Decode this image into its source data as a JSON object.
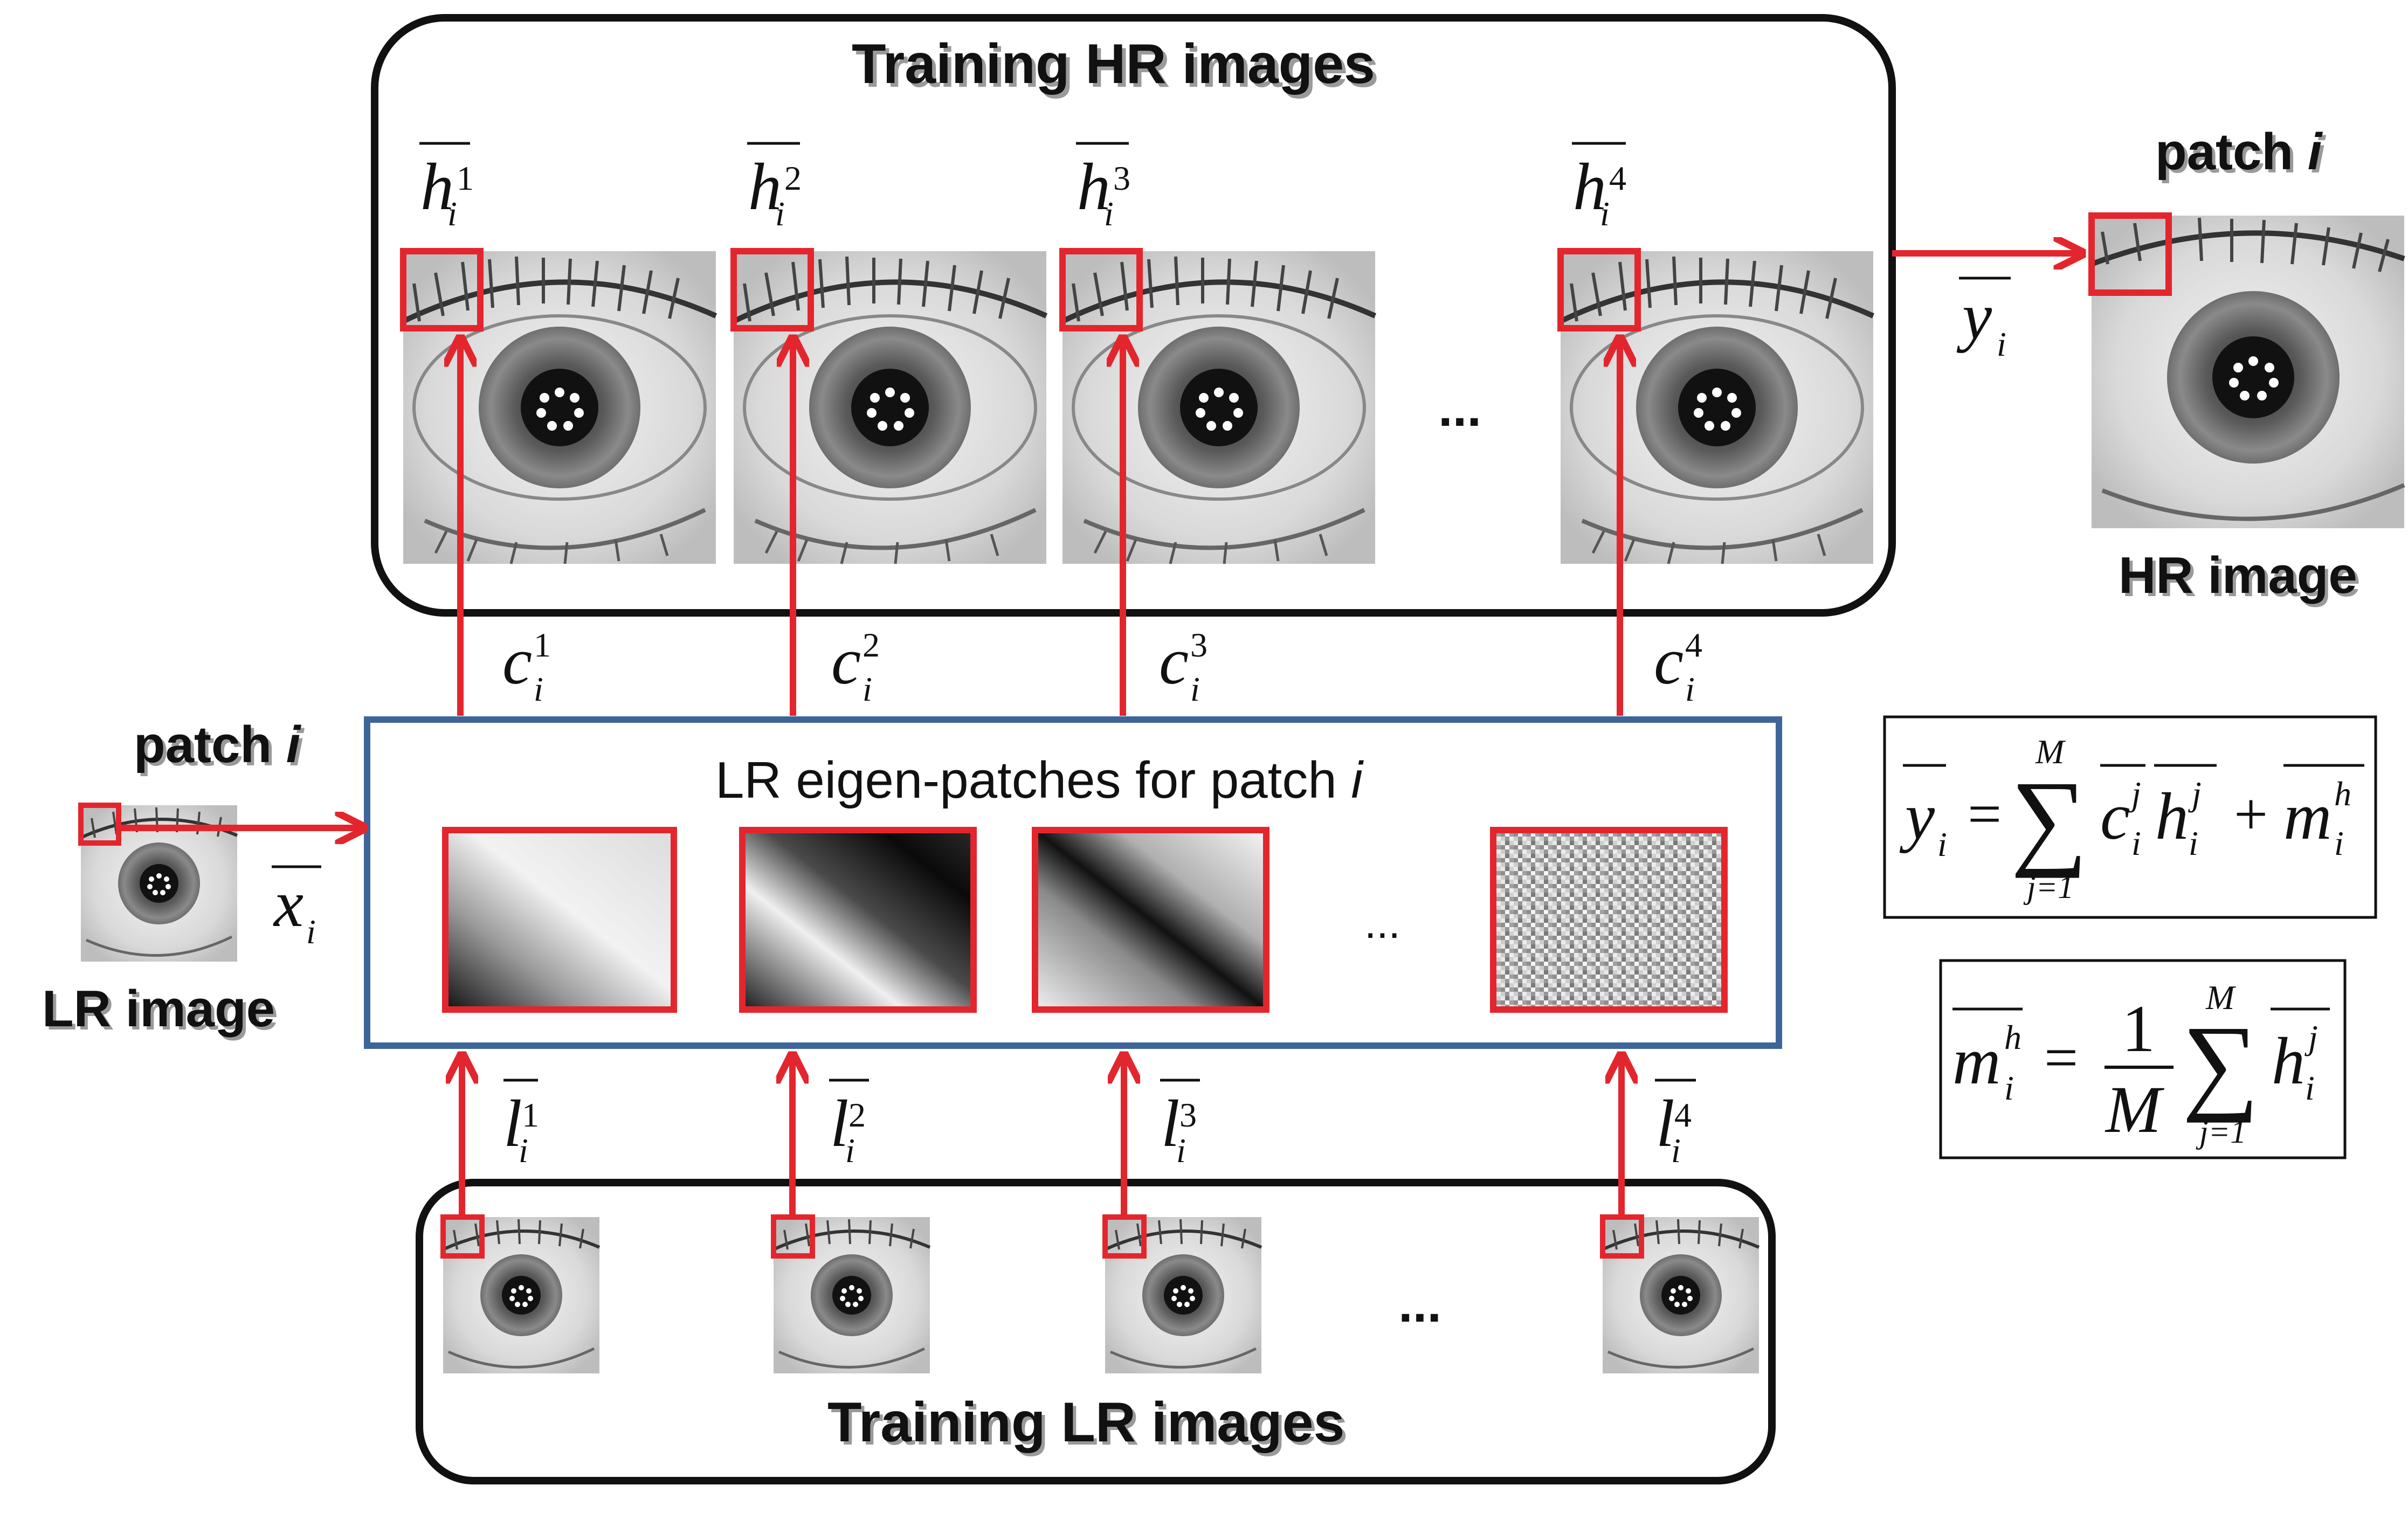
{
  "titles": {
    "training_hr": "Training HR images",
    "training_lr": "Training LR images",
    "eigen_box": "LR eigen-patches for patch ",
    "eigen_box_i": "i",
    "hr_image": "HR image",
    "lr_image": "LR image",
    "patch": "patch ",
    "patch_i": "i"
  },
  "hr_labels": [
    {
      "base": "h",
      "sub": "i",
      "sup": "1"
    },
    {
      "base": "h",
      "sub": "i",
      "sup": "2"
    },
    {
      "base": "h",
      "sub": "i",
      "sup": "3"
    },
    {
      "base": "h",
      "sub": "i",
      "sup": "4"
    }
  ],
  "coef_labels": [
    {
      "base": "c",
      "sub": "i",
      "sup": "1"
    },
    {
      "base": "c",
      "sub": "i",
      "sup": "2"
    },
    {
      "base": "c",
      "sub": "i",
      "sup": "3"
    },
    {
      "base": "c",
      "sub": "i",
      "sup": "4"
    }
  ],
  "lr_labels": [
    {
      "base": "l",
      "sub": "i",
      "sup": "1"
    },
    {
      "base": "l",
      "sub": "i",
      "sup": "2"
    },
    {
      "base": "l",
      "sub": "i",
      "sup": "3"
    },
    {
      "base": "l",
      "sub": "i",
      "sup": "4"
    }
  ],
  "y_label": {
    "base": "y",
    "sub": "i"
  },
  "x_label": {
    "base": "x",
    "sub": "i"
  },
  "ellipsis": "...",
  "formula1": {
    "lhs_base": "y",
    "lhs_sub": "i",
    "eq": "=",
    "sum_upper": "M",
    "sum_lower": "j=1",
    "sigma": "∑",
    "c_base": "c",
    "c_sub": "i",
    "c_sup": "j",
    "h_base": "h",
    "h_sub": "i",
    "h_sup": "j",
    "plus": "+",
    "m_base": "m",
    "m_sub": "i",
    "m_sup": "h"
  },
  "formula2": {
    "lhs_base": "m",
    "lhs_sub": "i",
    "lhs_sup": "h",
    "eq": "=",
    "frac_num": "1",
    "frac_den": "M",
    "sum_upper": "M",
    "sum_lower": "j=1",
    "sigma": "∑",
    "h_base": "h",
    "h_sub": "i",
    "h_sup": "j"
  },
  "colors": {
    "accent_red": "#e3262d",
    "eigen_box_border": "#3d6599",
    "frame": "#111111"
  }
}
